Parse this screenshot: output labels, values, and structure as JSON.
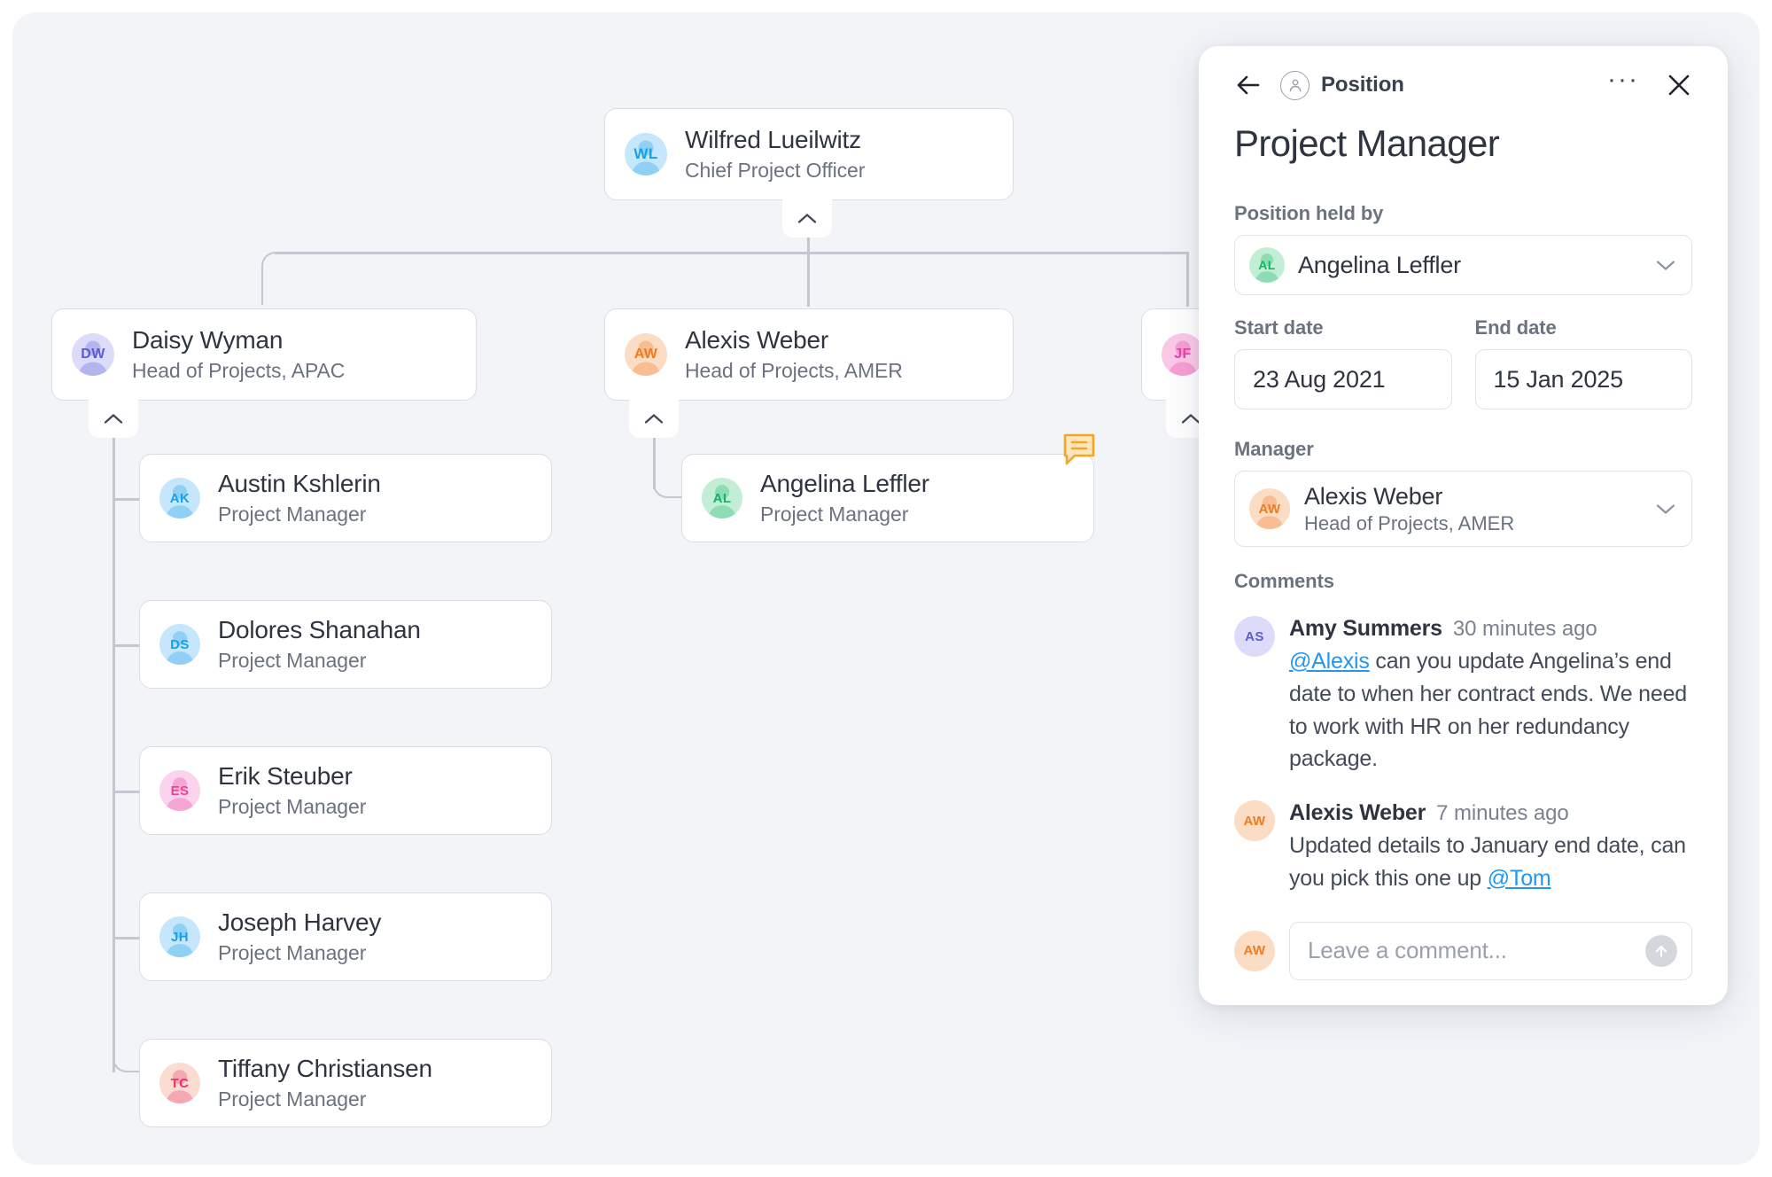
{
  "chart": {
    "root": {
      "initials": "WL",
      "name": "Wilfred Lueilwitz",
      "role": "Chief Project Officer"
    },
    "branches": [
      {
        "initials": "DW",
        "name": "Daisy Wyman",
        "role": "Head of Projects, APAC"
      },
      {
        "initials": "AW",
        "name": "Alexis Weber",
        "role": "Head of Projects, AMER"
      },
      {
        "initials": "JF",
        "name": "",
        "role": ""
      }
    ],
    "apac_reports": [
      {
        "initials": "AK",
        "name": "Austin Kshlerin",
        "role": "Project Manager"
      },
      {
        "initials": "DS",
        "name": "Dolores Shanahan",
        "role": "Project Manager"
      },
      {
        "initials": "ES",
        "name": "Erik Steuber",
        "role": "Project Manager"
      },
      {
        "initials": "JH",
        "name": "Joseph Harvey",
        "role": "Project Manager"
      },
      {
        "initials": "TC",
        "name": "Tiffany Christiansen",
        "role": "Project Manager"
      }
    ],
    "amer_reports": [
      {
        "initials": "AL",
        "name": "Angelina Leffler",
        "role": "Project Manager"
      }
    ]
  },
  "panel": {
    "kind_label": "Position",
    "title": "Project Manager",
    "held_by": {
      "label": "Position held by",
      "initials": "AL",
      "value": "Angelina Leffler"
    },
    "start_date": {
      "label": "Start date",
      "value": "23 Aug 2021"
    },
    "end_date": {
      "label": "End date",
      "value": "15 Jan 2025"
    },
    "manager": {
      "label": "Manager",
      "initials": "AW",
      "name": "Alexis Weber",
      "role": "Head of Projects, AMER"
    },
    "comments_label": "Comments",
    "comments": [
      {
        "initials": "AS",
        "author": "Amy Summers",
        "time": "30 minutes ago",
        "mention": "@Alexis",
        "text": " can you update Angelina’s end date to when her contract ends. We need to work with HR on her redundancy package."
      },
      {
        "initials": "AW",
        "author": "Alexis Weber",
        "time": "7 minutes ago",
        "text": "Updated details to January end date, can you pick this one up ",
        "mention_end": "@Tom"
      }
    ],
    "compose": {
      "initials": "AW",
      "placeholder": "Leave a comment..."
    }
  },
  "colors": {
    "canvas_bg": "#f2f4f8",
    "card_border": "#d9dde4",
    "connector": "#c3c8d0",
    "mention_link": "#2196f3",
    "comment_badge": "#f5a623",
    "avatar_blue_bg": "#c5e6fb",
    "avatar_blue_fg": "#18a0e8",
    "avatar_lavender_bg": "#dcdcfa",
    "avatar_lavender_fg": "#5b5bd6",
    "avatar_peach_bg": "#fbdcc4",
    "avatar_peach_fg": "#f07c20",
    "avatar_mint_bg": "#c2eed6",
    "avatar_mint_fg": "#14b365",
    "avatar_pink_bg": "#fbd3ec",
    "avatar_pink_fg": "#ef4098",
    "avatar_rose_bg": "#fbdcd0",
    "avatar_rose_fg": "#e8326e",
    "avatar_magenta_bg": "#fbc9e8",
    "avatar_magenta_fg": "#ef3fa8"
  }
}
